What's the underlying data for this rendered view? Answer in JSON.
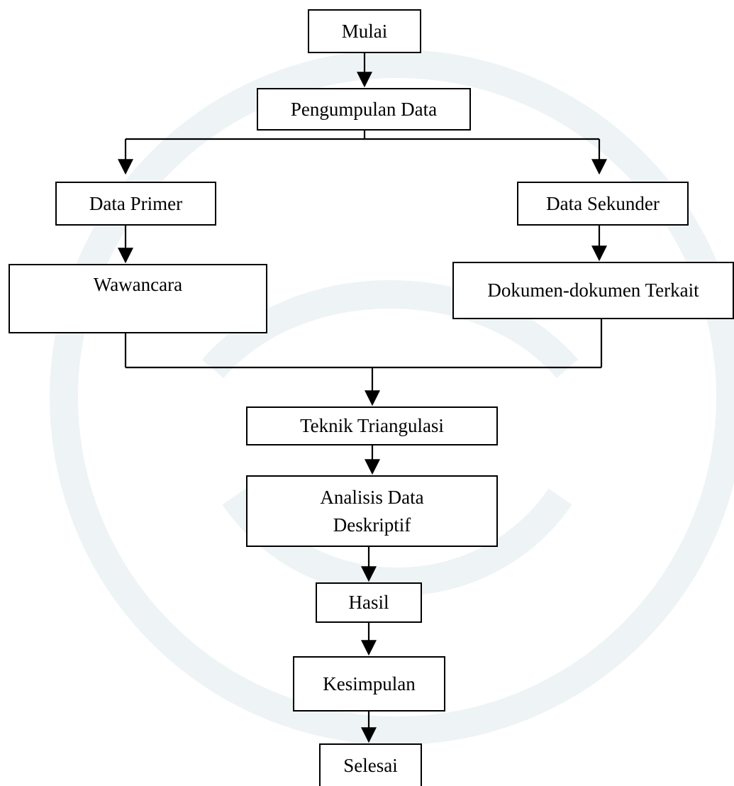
{
  "diagram": {
    "nodes": {
      "mulai": "Mulai",
      "pengumpulan": "Pengumpulan Data",
      "primer": "Data Primer",
      "sekunder": "Data Sekunder",
      "wawancara": "Wawancara",
      "dokumen": "Dokumen-dokumen Terkait",
      "triangulasi": "Teknik Triangulasi",
      "analisis": "Analisis Data Deskriptif",
      "hasil": "Hasil",
      "kesimpulan": "Kesimpulan",
      "selesai": "Selesai"
    },
    "edges": [
      [
        "mulai",
        "pengumpulan"
      ],
      [
        "pengumpulan",
        "primer"
      ],
      [
        "pengumpulan",
        "sekunder"
      ],
      [
        "primer",
        "wawancara"
      ],
      [
        "sekunder",
        "dokumen"
      ],
      [
        "wawancara",
        "triangulasi"
      ],
      [
        "dokumen",
        "triangulasi"
      ],
      [
        "triangulasi",
        "analisis"
      ],
      [
        "analisis",
        "hasil"
      ],
      [
        "hasil",
        "kesimpulan"
      ],
      [
        "kesimpulan",
        "selesai"
      ]
    ]
  }
}
